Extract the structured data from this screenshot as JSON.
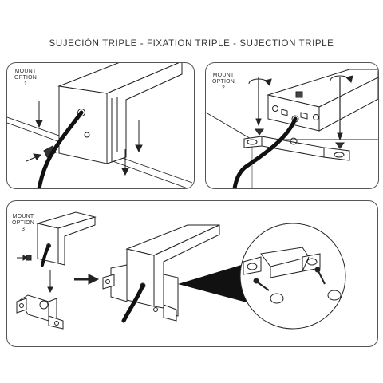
{
  "title": "SUJECIÓN TRIPLE - FIXATION TRIPLE - SUJECTION TRIPLE",
  "panels": [
    {
      "label_line1": "MOUNT",
      "label_line2": "OPTION",
      "label_line3": "1"
    },
    {
      "label_line1": "MOUNT",
      "label_line2": "OPTION",
      "label_line3": "2"
    },
    {
      "label_line1": "MOUNT",
      "label_line2": "OPTION",
      "label_line3": "3"
    }
  ],
  "colors": {
    "stroke": "#222222",
    "frame": "#555555",
    "cable": "#111111"
  }
}
